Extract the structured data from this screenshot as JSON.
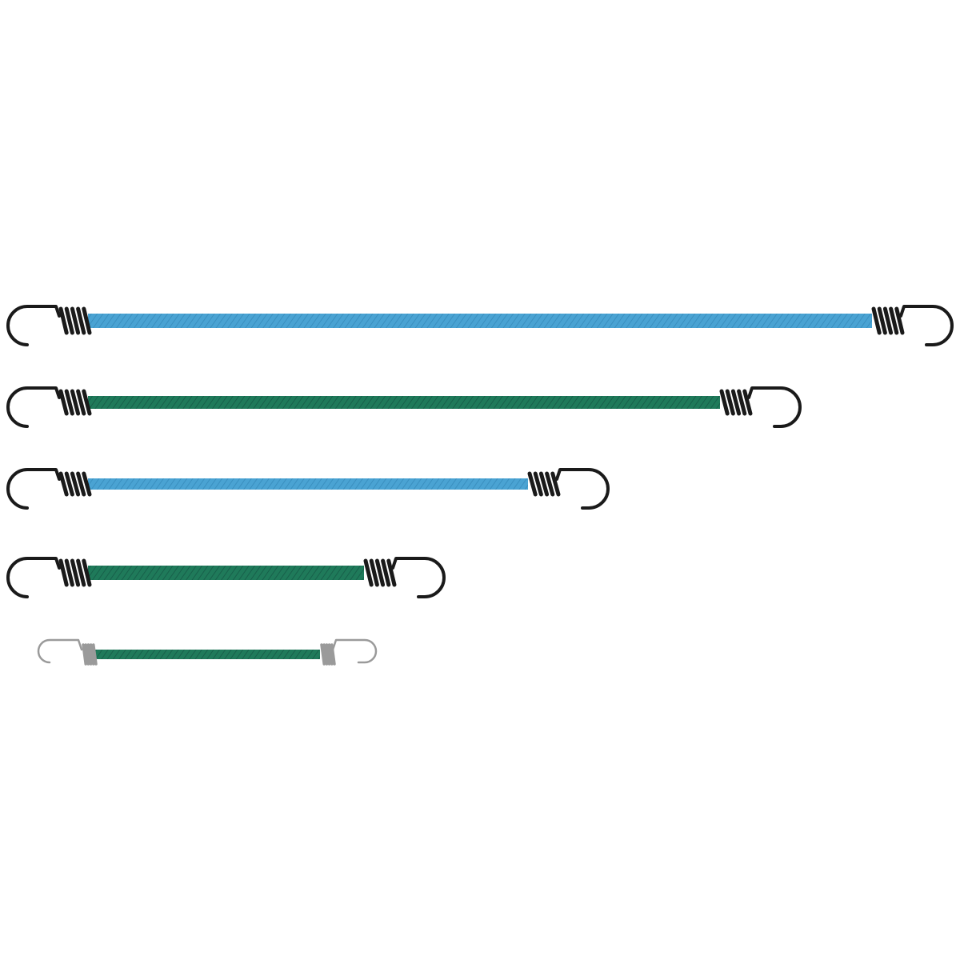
{
  "palette": {
    "background": "#ffffff",
    "blue_cord": "#4aa3d3",
    "blue_cord_dark": "#3a8fbf",
    "green_cord": "#1f7a5a",
    "green_cord_dark": "#17604a",
    "black_hook": "#1a1a1a",
    "silver_hook": "#9a9a9a"
  },
  "cords": [
    {
      "id": "cord-1",
      "color": "blue",
      "hook_style": "black-coated",
      "icon": "bungee-cord-with-hooks"
    },
    {
      "id": "cord-2",
      "color": "green",
      "hook_style": "black-coated",
      "icon": "bungee-cord-with-hooks"
    },
    {
      "id": "cord-3",
      "color": "blue",
      "hook_style": "black-coated",
      "icon": "bungee-cord-with-hooks"
    },
    {
      "id": "cord-4",
      "color": "green",
      "hook_style": "black-coated",
      "icon": "bungee-cord-with-hooks"
    },
    {
      "id": "cord-5",
      "color": "green",
      "hook_style": "bare-metal",
      "icon": "bungee-cord-with-hooks"
    }
  ]
}
